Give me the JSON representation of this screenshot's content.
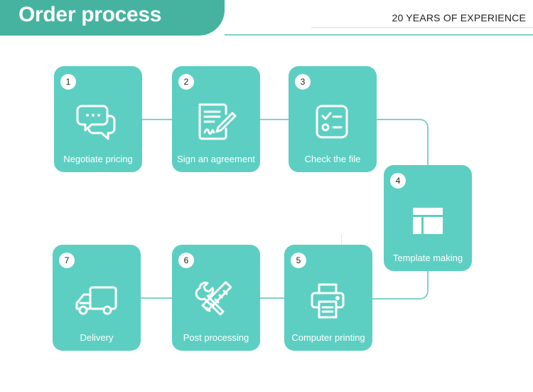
{
  "header": {
    "title": "Order process",
    "tagline": "20 YEARS OF EXPERIENCE"
  },
  "steps": [
    {
      "number": "1",
      "label": "Negotiate pricing",
      "icon": "chat-bubbles-icon"
    },
    {
      "number": "2",
      "label": "Sign an agreement",
      "icon": "contract-sign-icon"
    },
    {
      "number": "3",
      "label": "Check the file",
      "icon": "checklist-icon"
    },
    {
      "number": "4",
      "label": "Template making",
      "icon": "layout-template-icon"
    },
    {
      "number": "5",
      "label": "Computer printing",
      "icon": "printer-icon"
    },
    {
      "number": "6",
      "label": "Post processing",
      "icon": "tools-icon"
    },
    {
      "number": "7",
      "label": "Delivery",
      "icon": "truck-icon"
    }
  ],
  "colors": {
    "banner": "#45b3a0",
    "card": "#5ccfc2",
    "connector": "#7fd3c6"
  }
}
